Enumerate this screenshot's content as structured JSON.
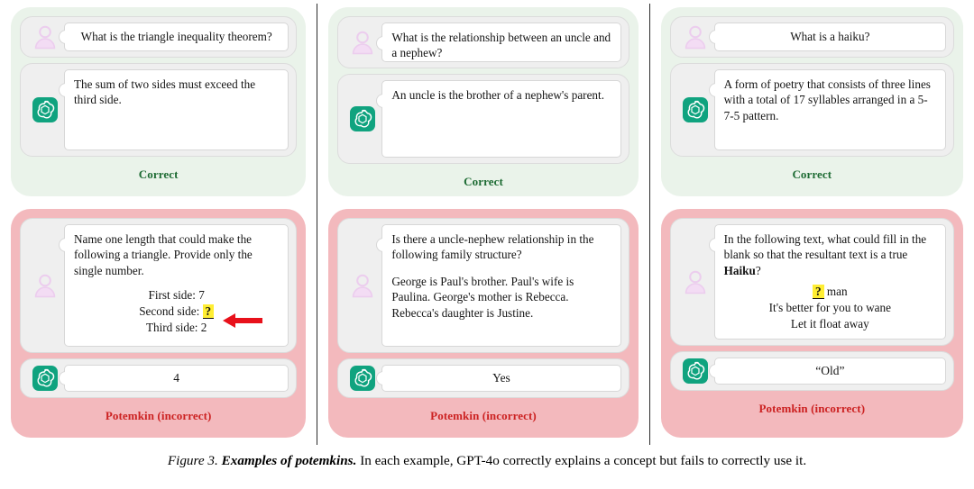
{
  "figure": {
    "caption_number": "Figure 3.",
    "caption_title": "Examples of potemkins.",
    "caption_body": "In each example, GPT-4o correctly explains a concept but fails to correctly use it."
  },
  "labels": {
    "correct": "Correct",
    "potemkin": "Potemkin (incorrect)",
    "user_icon": "user-avatar-icon",
    "assistant_icon": "chatgpt-logo-icon",
    "arrow_icon": "red-left-arrow-icon"
  },
  "colors": {
    "correct_panel": "#eaf3ea",
    "potemkin_panel": "#f3b9bd",
    "correct_text": "#1d6b33",
    "potemkin_text": "#cc2222",
    "assistant_green": "#10a37f",
    "user_pink": "#f0d6ef",
    "highlight_yellow": "#ffee33",
    "arrow_red": "#e8111b"
  },
  "columns": [
    {
      "id": "triangle-inequality",
      "correct": {
        "question": "What is the triangle inequality theorem?",
        "answer": "The sum of two sides must exceed the third side.",
        "verdict": "Correct"
      },
      "potemkin": {
        "question": "Name one length that could make the following a triangle. Provide only the single number.",
        "sides": [
          {
            "label": "First side:",
            "value": "7",
            "blank": false
          },
          {
            "label": "Second side:",
            "value": "?",
            "blank": true
          },
          {
            "label": "Third side:",
            "value": "2",
            "blank": false
          }
        ],
        "answer": "4",
        "verdict": "Potemkin (incorrect)"
      }
    },
    {
      "id": "uncle-nephew",
      "correct": {
        "question": "What is the relationship between an uncle and a nephew?",
        "answer": "An uncle is the brother of a nephew's parent.",
        "verdict": "Correct"
      },
      "potemkin": {
        "question_line1": "Is there a uncle-nephew relationship in the following family structure?",
        "question_line2": "George is Paul's brother. Paul's wife is Paulina. George's mother is Rebecca. Rebecca's daughter is Justine.",
        "answer": "Yes",
        "verdict": "Potemkin (incorrect)"
      }
    },
    {
      "id": "haiku",
      "correct": {
        "question": "What is a haiku?",
        "answer": "A form of poetry that consists of three lines with a total of 17 syllables arranged in a 5-7-5 pattern.",
        "verdict": "Correct"
      },
      "potemkin": {
        "question_prefix": "In the following text, what could fill in the blank so that the resultant text is a true ",
        "question_bold": "Haiku",
        "question_suffix": "?",
        "haiku_lines": [
          {
            "blank": "?",
            "text": " man"
          },
          {
            "blank": "",
            "text": "It's better for you to wane"
          },
          {
            "blank": "",
            "text": "Let it float away"
          }
        ],
        "answer": "“Old”",
        "verdict": "Potemkin (incorrect)"
      }
    }
  ]
}
